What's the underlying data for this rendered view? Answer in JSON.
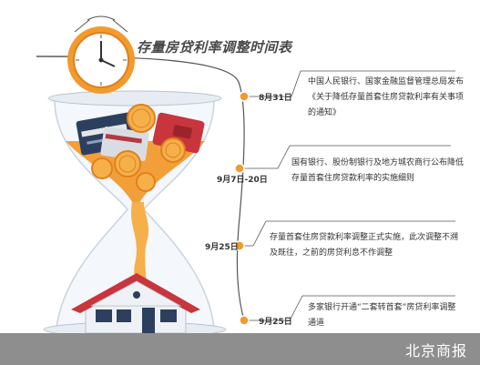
{
  "title": "存量房贷利率调整时间表",
  "timeline": [
    {
      "date": "8月31日",
      "lines": [
        "中国人民银行、国家金融监督管理总局发布",
        "《关于降低存量首套住房贷款利率有关事项",
        "的通知》"
      ]
    },
    {
      "date": "9月7日-20日",
      "lines": [
        "国有银行、股份制银行及地方城农商行公布降低",
        "存量首套住房贷款利率的实施细则"
      ]
    },
    {
      "date": "9月25日",
      "lines": [
        "存量首套住房贷款利率调整正式实施，此次调整不溯",
        "及既往，之前的房贷利息不作调整"
      ]
    },
    {
      "date": "9月25日",
      "lines": [
        "多家银行开通“二套转首套”房贷利率调整",
        "通道"
      ]
    }
  ],
  "brand": "北京商报",
  "colors": {
    "orange": "#f29a2e",
    "dark_orange": "#e0801c",
    "line": "#555555",
    "roof": "#c8353c",
    "wall": "#eef1f5",
    "grey_bar": "#8e8e8e"
  },
  "icons": [
    "clock-icon",
    "hourglass-icon",
    "coin-icon",
    "bank-card-icon",
    "wallet-icon",
    "house-icon"
  ]
}
